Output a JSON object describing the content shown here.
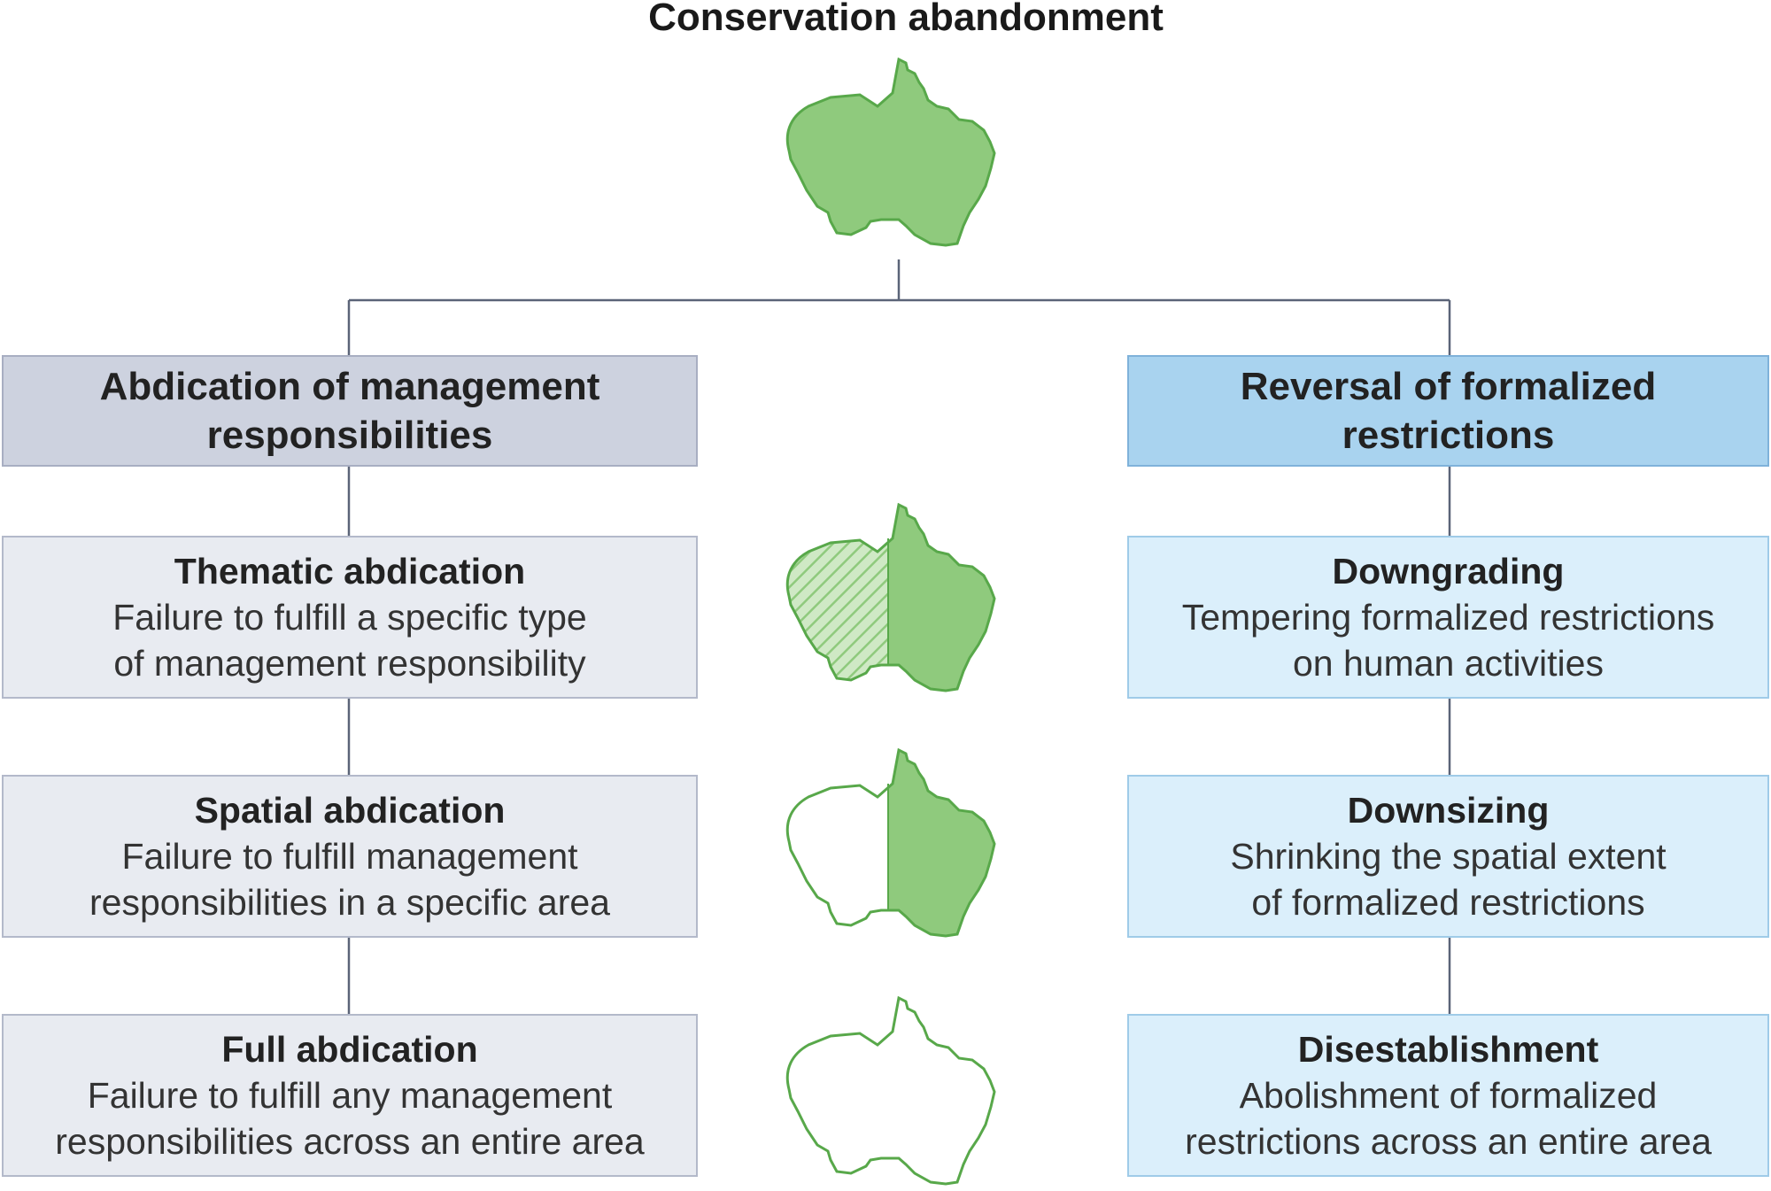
{
  "title": "Conservation abandonment",
  "left_branch": {
    "header": "Abdication of management responsibilities",
    "items": [
      {
        "title": "Thematic abdication",
        "desc": "Failure to fulfill a specific type\nof management responsibility"
      },
      {
        "title": "Spatial abdication",
        "desc": "Failure to fulfill management\nresponsibilities in a specific area"
      },
      {
        "title": "Full abdication",
        "desc": "Failure to fulfill any management\nresponsibilities across an entire area"
      }
    ]
  },
  "right_branch": {
    "header": "Reversal of formalized restrictions",
    "items": [
      {
        "title": "Downgrading",
        "desc": "Tempering formalized restrictions\non human activities"
      },
      {
        "title": "Downsizing",
        "desc": "Shrinking the spatial extent\nof formalized restrictions"
      },
      {
        "title": "Disestablishment",
        "desc": "Abolishment of formalized\nrestrictions across an entire area"
      }
    ]
  },
  "colors": {
    "area_fill": "#8fca7d",
    "area_stroke": "#58a84a",
    "left_header": "#cdd2df",
    "right_header": "#a9d3ef",
    "left_item": "#e8ebf1",
    "right_item": "#dbeffb",
    "connector": "#5b6478"
  },
  "icons": [
    "protected-area-full-icon",
    "protected-area-thematic-icon",
    "protected-area-spatial-icon",
    "protected-area-outline-icon"
  ]
}
